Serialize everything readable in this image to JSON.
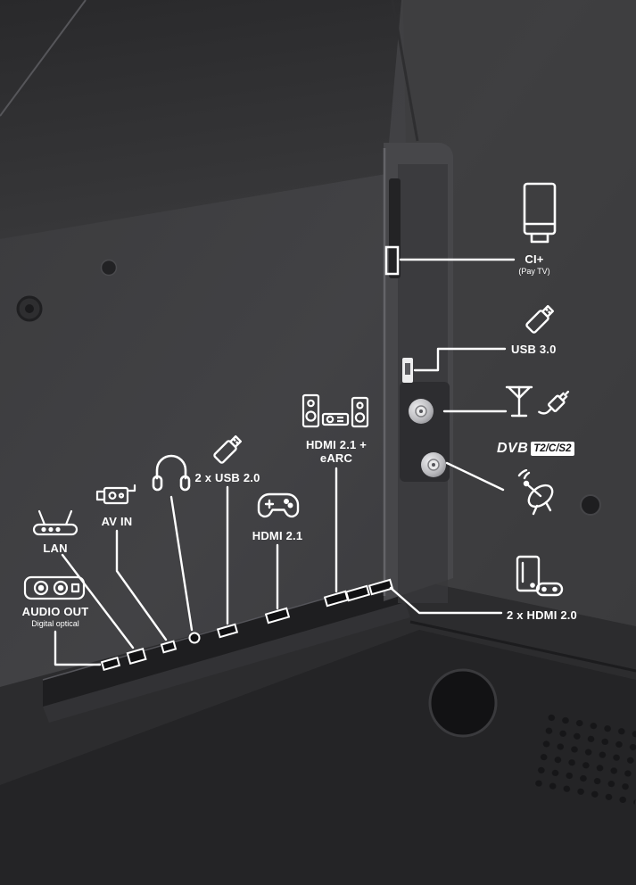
{
  "callouts": {
    "ci": {
      "label": "CI+",
      "sublabel": "(Pay TV)"
    },
    "usb3": {
      "label": "USB 3.0"
    },
    "dvb": {
      "brand": "DVB",
      "badge": "T2/C/S2"
    },
    "hdmi20": {
      "label": "2 x HDMI 2.0"
    },
    "earc": {
      "label_line1": "HDMI 2.1 +",
      "label_line2": "eARC"
    },
    "hdmi21": {
      "label": "HDMI 2.1"
    },
    "usb2": {
      "label": "2 x USB 2.0"
    },
    "avin": {
      "label": "AV IN"
    },
    "lan": {
      "label": "LAN"
    },
    "audio_out": {
      "label": "AUDIO OUT",
      "sublabel": "Digital optical"
    }
  },
  "icons": {
    "ci": "ci-module-icon",
    "usb3": "usb-stick-icon",
    "antenna": "antenna-cable-icon",
    "satellite": "satellite-dish-icon",
    "hdmi20": "game-console-icon",
    "earc": "speaker-system-icon",
    "hdmi21": "gamepad-icon",
    "usb2": "usb-stick-icon",
    "headphone": "headphones-icon",
    "avin": "camcorder-icon",
    "lan": "router-icon",
    "audio_out": "audio-optical-icon"
  },
  "colors": {
    "background": "#39393b",
    "callout_line": "#ffffff",
    "text": "#ffffff"
  }
}
